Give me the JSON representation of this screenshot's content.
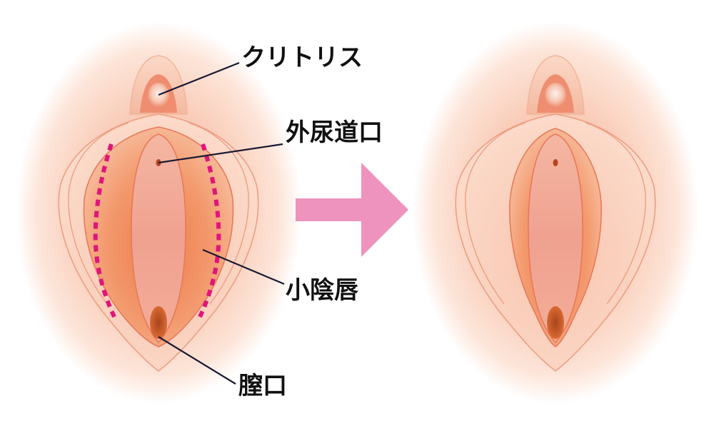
{
  "labels": {
    "clitoris": "クリトリス",
    "urethral_opening": "外尿道口",
    "labia_minora": "小陰唇",
    "vaginal_opening": "膣口"
  },
  "colors": {
    "arrow": "#ee93bd",
    "incision_line": "#e0157a",
    "skin_glow": "#f9c9b4",
    "outline": "#e8795a",
    "leader_line": "#1a1a33"
  },
  "icons": {
    "arrow": "right-arrow-icon",
    "incision": "dotted-incision-line"
  }
}
